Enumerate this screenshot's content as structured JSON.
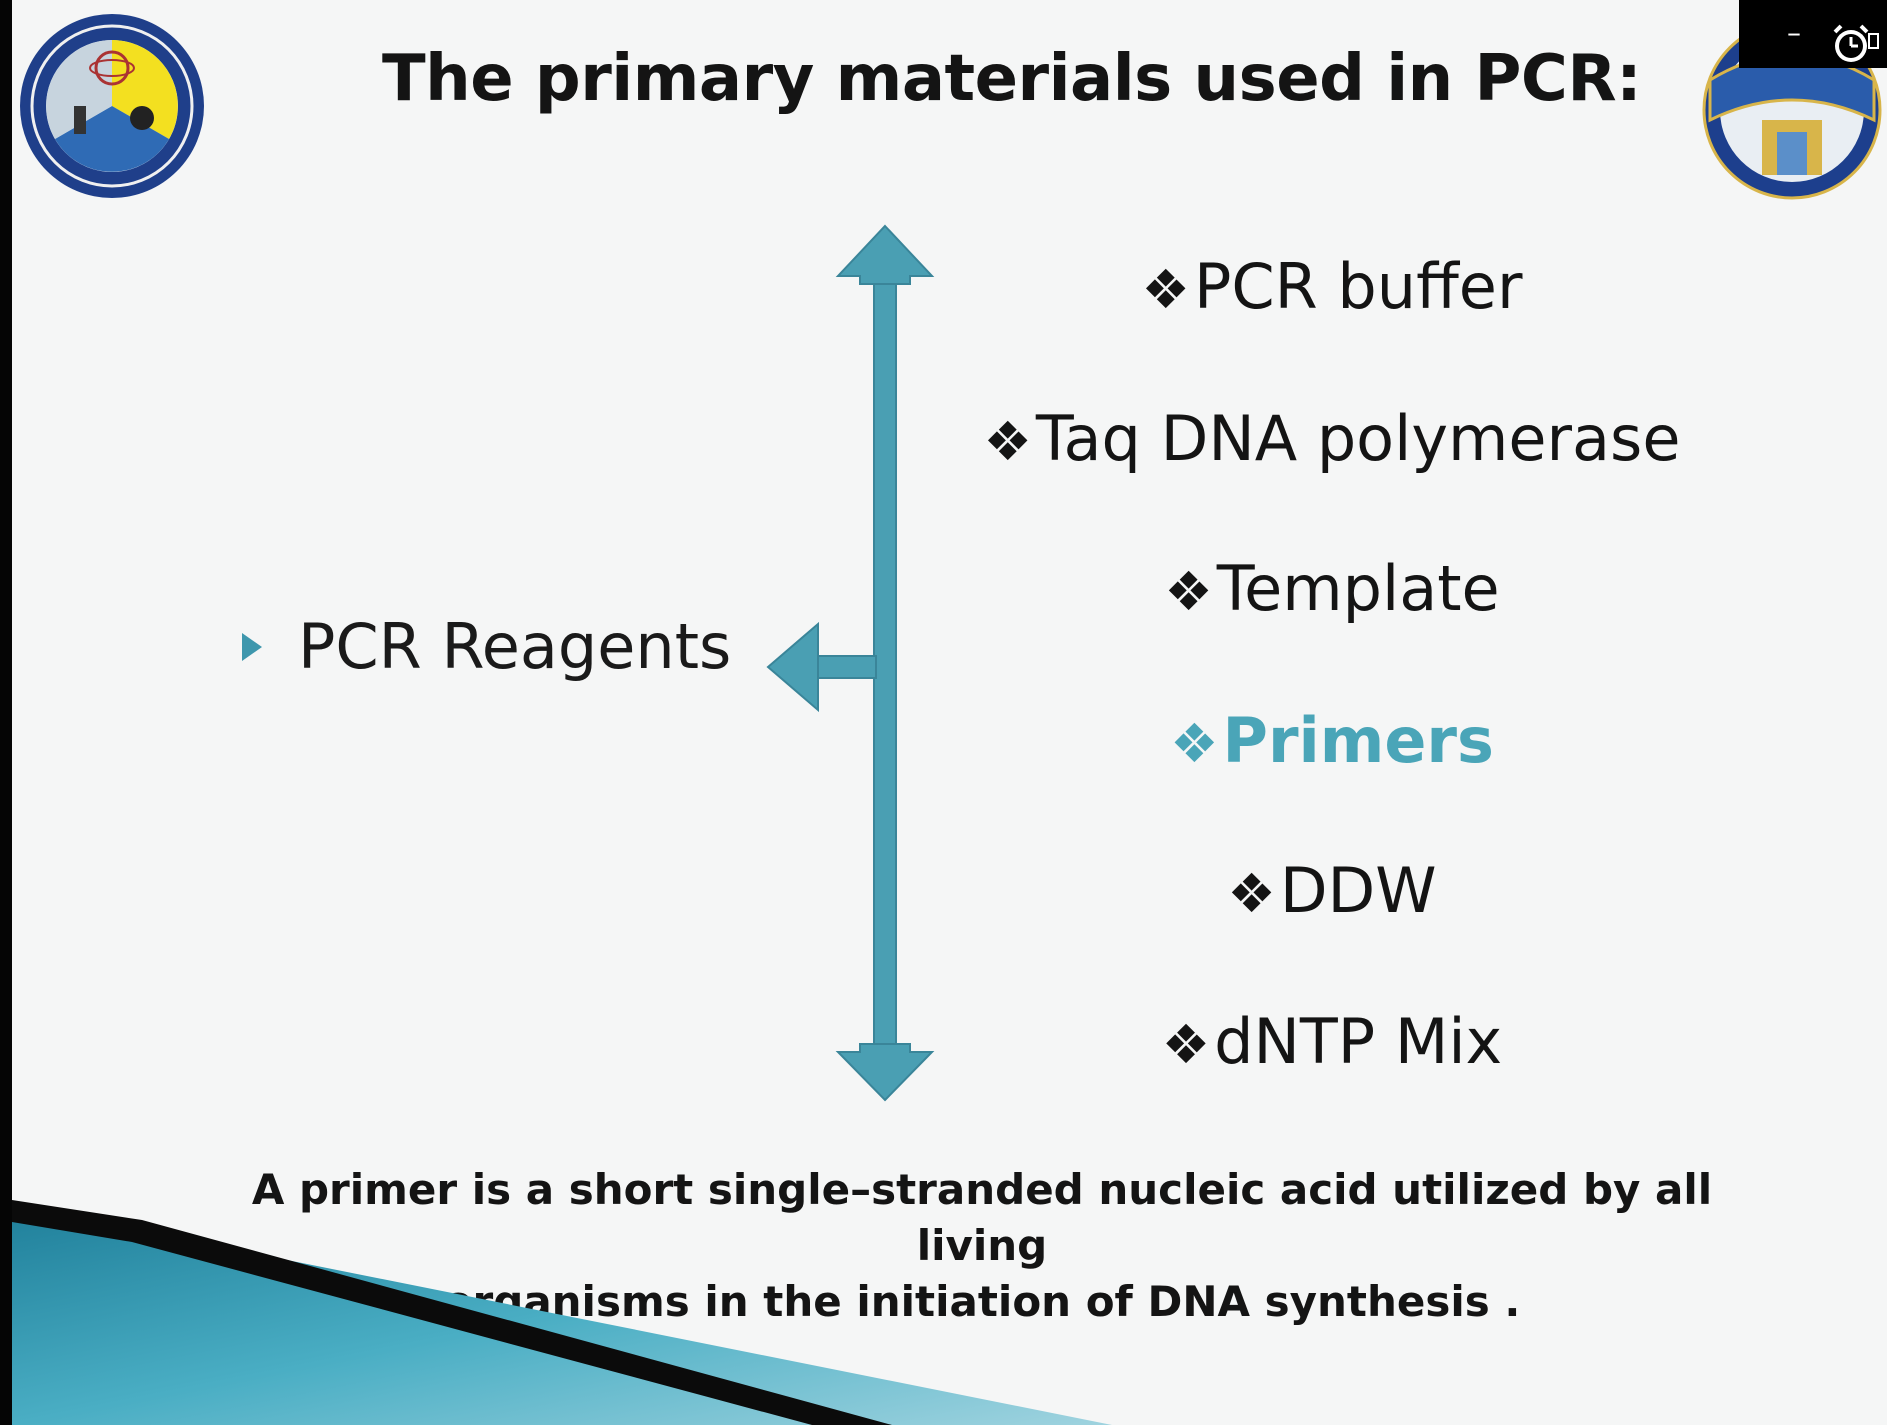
{
  "slide": {
    "title": "The primary materials used in PCR:",
    "reagents_label": "PCR Reagents",
    "items": [
      {
        "mark": "❖",
        "label": "PCR buffer"
      },
      {
        "mark": "❖",
        "label": "Taq DNA polymerase"
      },
      {
        "mark": "❖",
        "label": "Template"
      },
      {
        "mark": "❖",
        "label": "Primers"
      },
      {
        "mark": "❖",
        "label": "DDW"
      },
      {
        "mark": "❖",
        "label": "dNTP Mix"
      }
    ],
    "caption_line1": "A primer is a short single–stranded nucleic acid utilized by all living",
    "caption_line2": "organisms in the initiation of DNA synthesis .",
    "highlighted_item": "Primers"
  },
  "overlay": {
    "minimize_symbol": "–"
  },
  "icons": {
    "bullet": "triangle-bullet-icon",
    "item_mark": "diamond-bullet-icon",
    "logo_left": "college-of-science-logo",
    "logo_right": "university-seal-logo",
    "overlay_clock": "alarm-clock-icon"
  },
  "colors": {
    "accent_teal": "#3e97ad",
    "arrow_fill": "#4a9fb3",
    "highlight_text": "#4aa5b8",
    "background": "#f5f6f6",
    "text": "#141414"
  }
}
